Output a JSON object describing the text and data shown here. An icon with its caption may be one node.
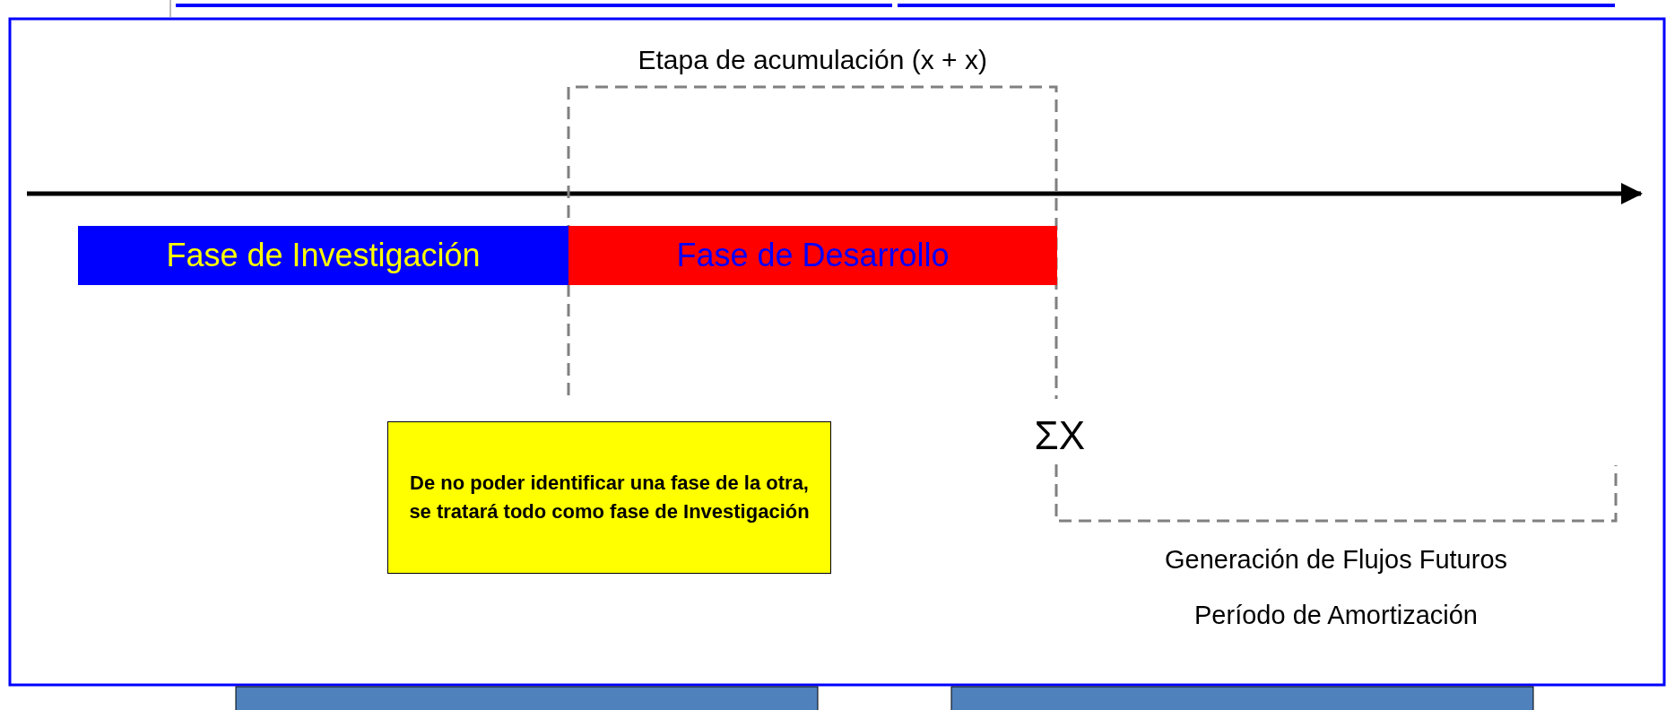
{
  "diagram": {
    "nodes": [
      {
        "text": [
          "Fase de Investigación"
        ]
      },
      {
        "text": [
          "Fase de Desarrollo"
        ]
      },
      {
        "text": [
          "De no poder identificar una fase de la otra, se tratará todo como fase de Investigación"
        ]
      }
    ],
    "labels": [
      "Etapa de acumulación (x + x)",
      "ΣX",
      "Generación de Flujos Futuros",
      "Período de Amortización"
    ]
  }
}
